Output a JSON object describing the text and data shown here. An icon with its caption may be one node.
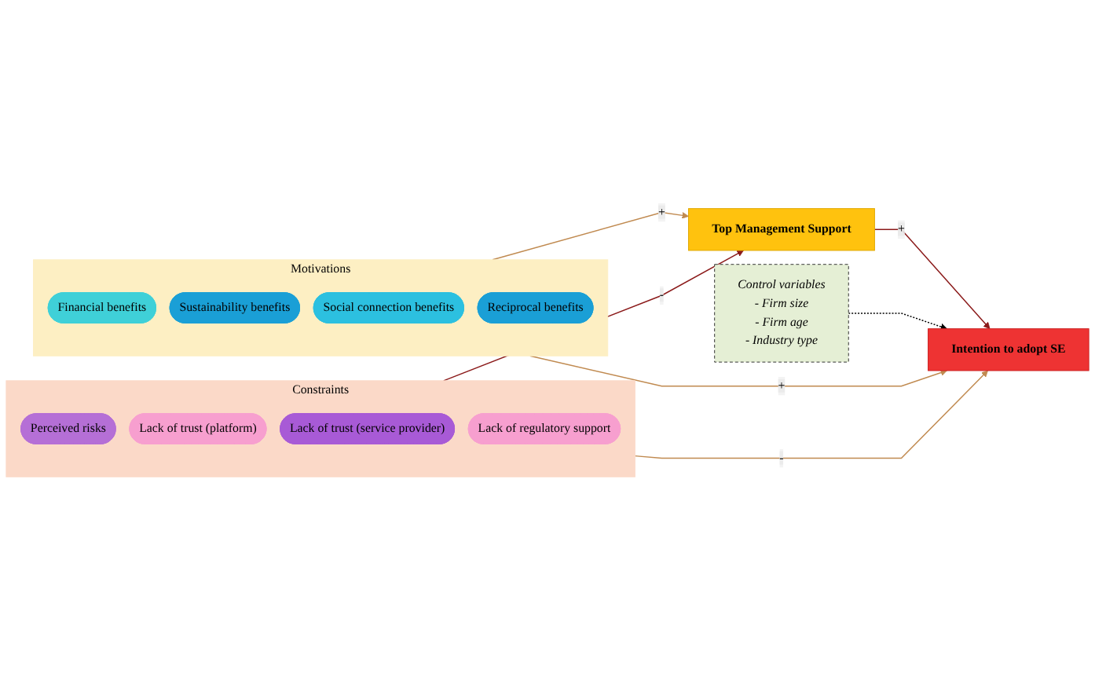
{
  "diagram": {
    "nodes": [
      {
        "text": [
          "Motivations"
        ]
      },
      {
        "text": [
          "Financial benefits"
        ],
        "in": 0
      },
      {
        "text": [
          "Sustainability benefits"
        ],
        "in": 0
      },
      {
        "text": [
          "Social connection benefits"
        ],
        "in": 0
      },
      {
        "text": [
          "Reciprocal benefits"
        ],
        "in": 0
      },
      {
        "text": [
          "Constraints"
        ]
      },
      {
        "text": [
          "Perceived risks"
        ],
        "in": 5
      },
      {
        "text": [
          "Lack of trust (platform)"
        ],
        "in": 5
      },
      {
        "text": [
          "Lack of trust (service provider)"
        ],
        "in": 5
      },
      {
        "text": [
          "Lack of regulatory support"
        ],
        "in": 5
      },
      {
        "text": [
          "Top Management Support"
        ]
      },
      {
        "text": [
          "Intention to adopt SE"
        ]
      },
      {
        "text": [
          "Control variables",
          "- Firm size",
          "- Firm age",
          "- Industry type"
        ]
      }
    ],
    "edges": [
      {
        "from": 0,
        "to": 10,
        "arrow": "to",
        "label": "+"
      },
      {
        "from": 0,
        "to": 11,
        "arrow": "to",
        "label": "+"
      },
      {
        "from": 5,
        "to": 10,
        "arrow": "to",
        "label": "-",
        "color": "#8b1a1a"
      },
      {
        "from": 5,
        "to": 11,
        "arrow": "to",
        "label": "-"
      },
      {
        "from": 10,
        "to": 11,
        "arrow": "to",
        "label": "+",
        "color": "#8b1a1a"
      },
      {
        "from": 12,
        "to": 11,
        "arrow": "to",
        "style": "dashed",
        "color": "#000000"
      }
    ]
  }
}
